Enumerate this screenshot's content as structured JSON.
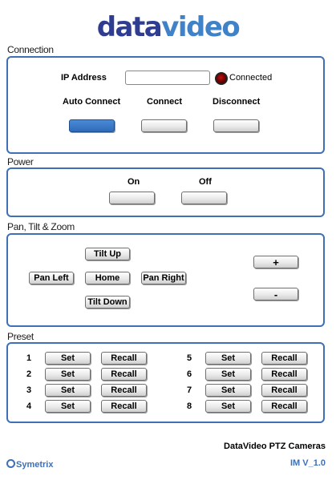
{
  "logo": {
    "part1": "data",
    "part2": "video"
  },
  "connection": {
    "section_title": "Connection",
    "ip_label": "IP Address",
    "ip_value": "",
    "status_text": "Connected",
    "auto_connect_label": "Auto Connect",
    "connect_label": "Connect",
    "disconnect_label": "Disconnect",
    "auto_connect_active": true,
    "status_led_color": "#8a0000"
  },
  "power": {
    "section_title": "Power",
    "on_label": "On",
    "off_label": "Off"
  },
  "ptz": {
    "section_title": "Pan, Tilt & Zoom",
    "tilt_up": "Tilt Up",
    "pan_left": "Pan Left",
    "home": "Home",
    "pan_right": "Pan Right",
    "tilt_down": "Tilt Down",
    "zoom_in": "+",
    "zoom_out": "-"
  },
  "preset": {
    "section_title": "Preset",
    "set_label": "Set",
    "recall_label": "Recall",
    "numbers": [
      "1",
      "2",
      "3",
      "4",
      "5",
      "6",
      "7",
      "8"
    ]
  },
  "footer": {
    "brand": "Symetrix",
    "product": "DataVideo PTZ Cameras",
    "version": "IM V_1.0"
  },
  "colors": {
    "accent": "#3f6fb4",
    "logo_dark": "#2e3c92",
    "logo_light": "#3f82c8",
    "active_button": "#2f6bb8"
  }
}
